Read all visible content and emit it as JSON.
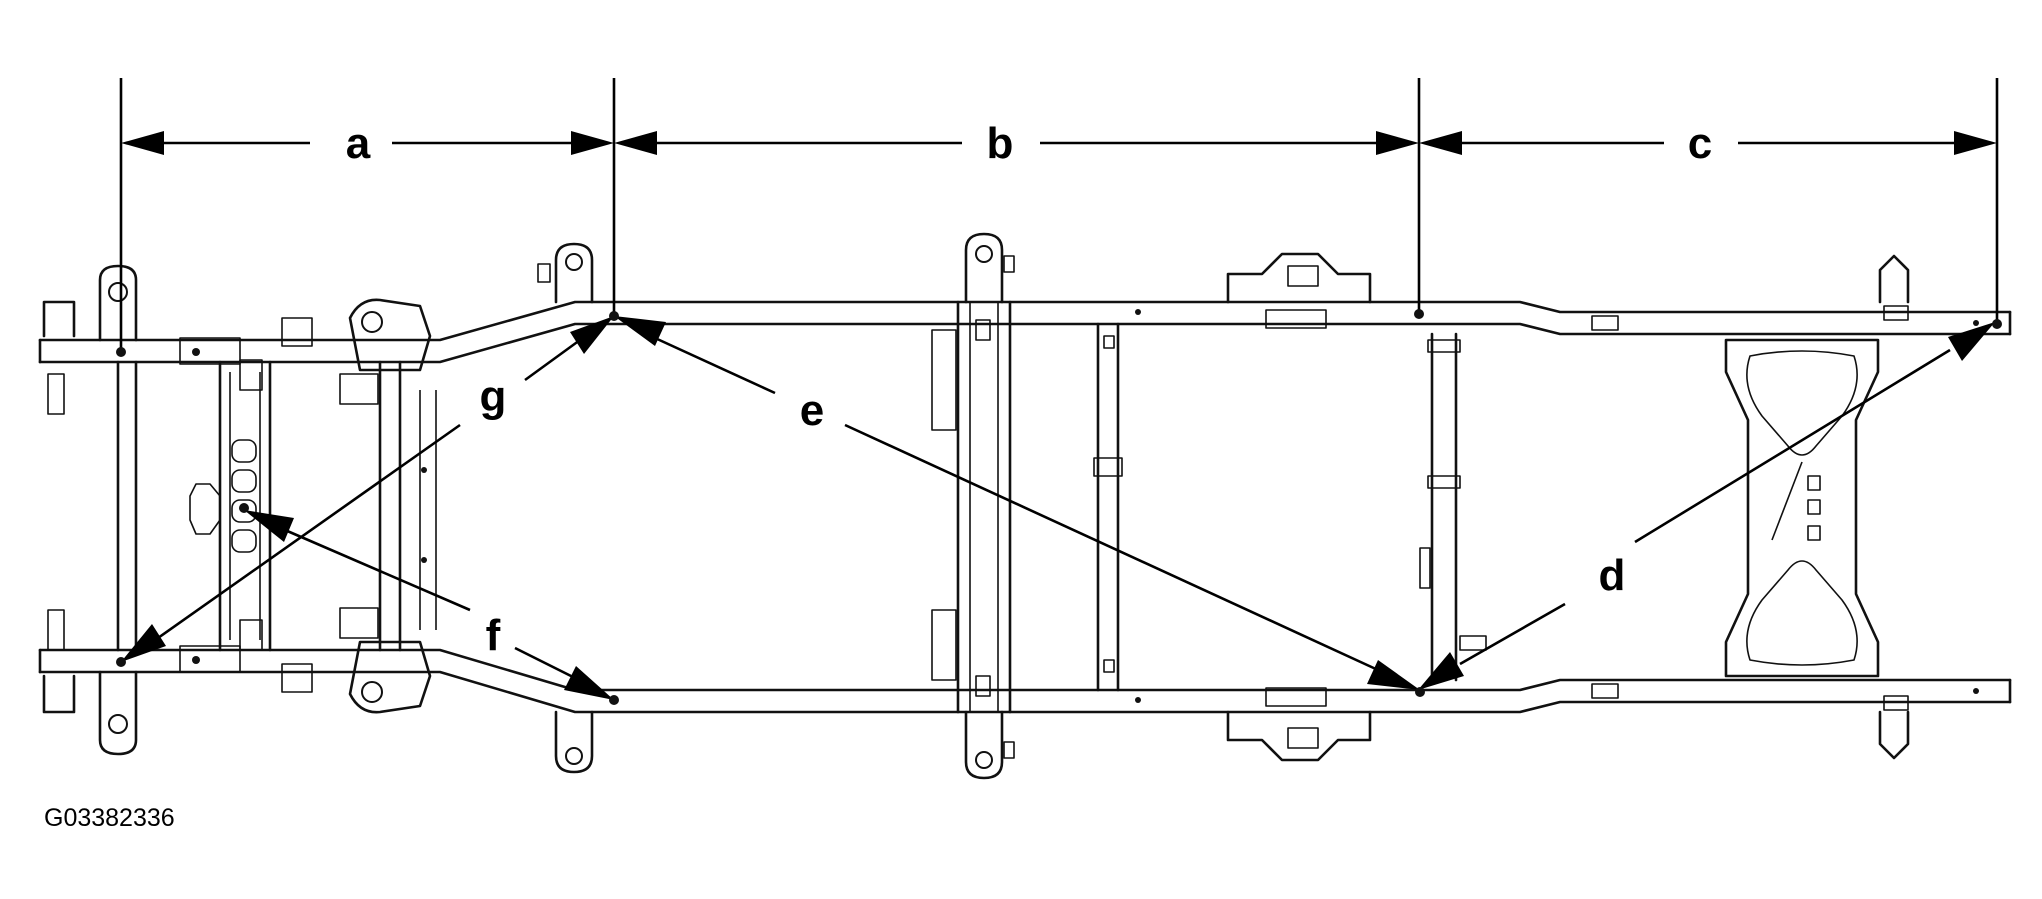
{
  "diagram": {
    "dimension_labels": {
      "a": "a",
      "b": "b",
      "c": "c"
    },
    "diagonal_labels": {
      "d": "d",
      "e": "e",
      "f": "f",
      "g": "g"
    },
    "figure_id": "G03382336"
  }
}
